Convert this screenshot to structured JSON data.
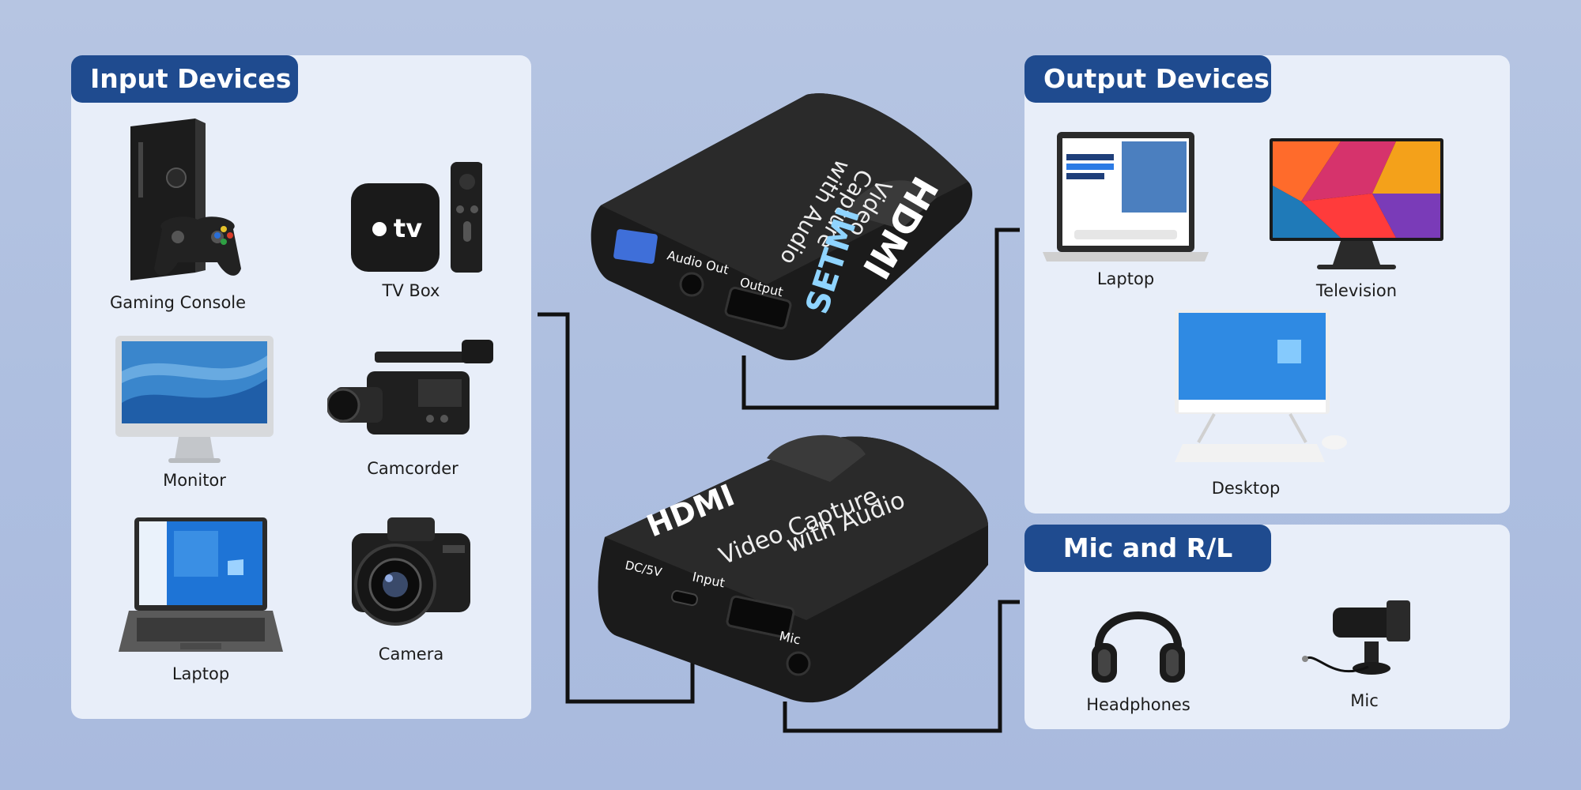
{
  "input_panel": {
    "title": "Input Devices",
    "devices": [
      {
        "label": "Gaming Console",
        "icon": "game-console-icon"
      },
      {
        "label": "TV Box",
        "icon": "tv-box-icon"
      },
      {
        "label": "Monitor",
        "icon": "monitor-icon"
      },
      {
        "label": "Camcorder",
        "icon": "camcorder-icon"
      },
      {
        "label": "Laptop",
        "icon": "laptop-icon"
      },
      {
        "label": "Camera",
        "icon": "camera-icon"
      }
    ]
  },
  "output_panel": {
    "title": "Output Devices",
    "devices": [
      {
        "label": "Laptop",
        "icon": "laptop-icon"
      },
      {
        "label": "Television",
        "icon": "television-icon"
      },
      {
        "label": "Desktop",
        "icon": "desktop-icon"
      }
    ]
  },
  "mic_panel": {
    "title": "Mic and R/L",
    "devices": [
      {
        "label": "Headphones",
        "icon": "headphones-icon"
      },
      {
        "label": "Mic",
        "icon": "mic-icon"
      }
    ]
  },
  "capture_top": {
    "brand": "HDMI",
    "product": [
      "Video",
      "Capture",
      "with Audio"
    ],
    "maker": "SETMI",
    "ports": [
      "Audio Out",
      "Output"
    ]
  },
  "capture_bottom": {
    "brand": "HDMI",
    "product": [
      "Video Capture",
      "with Audio"
    ],
    "ports": [
      "DC/5V",
      "Input",
      "Mic"
    ]
  },
  "colors": {
    "title_bg": "#1f4b8f",
    "panel_bg": "#e8eef9",
    "device_body": "#1b1b1b",
    "connector_line": "#111111"
  },
  "tv_box_logo": "tv"
}
